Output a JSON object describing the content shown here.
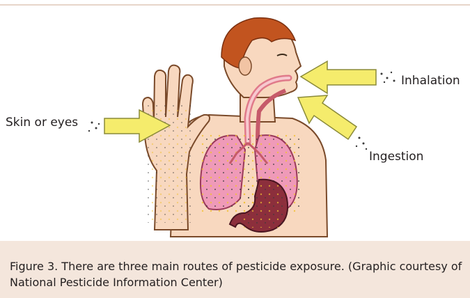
{
  "labels": {
    "inhalation": "Inhalation",
    "skin": "Skin or eyes",
    "ingestion": "Ingestion"
  },
  "caption": "Figure 3. There are three main routes of pesticide exposure. (Graphic courtesy of National Pesticide Information Center)",
  "colors": {
    "arrow": "#f5ec6c",
    "arrow_outline": "#8a8a3a",
    "skin": "#f8d8bf",
    "hair": "#c2541f",
    "lungs": "#ef9ab8",
    "stomach": "#8c2f3c",
    "caption_band": "#f4e6dc"
  }
}
